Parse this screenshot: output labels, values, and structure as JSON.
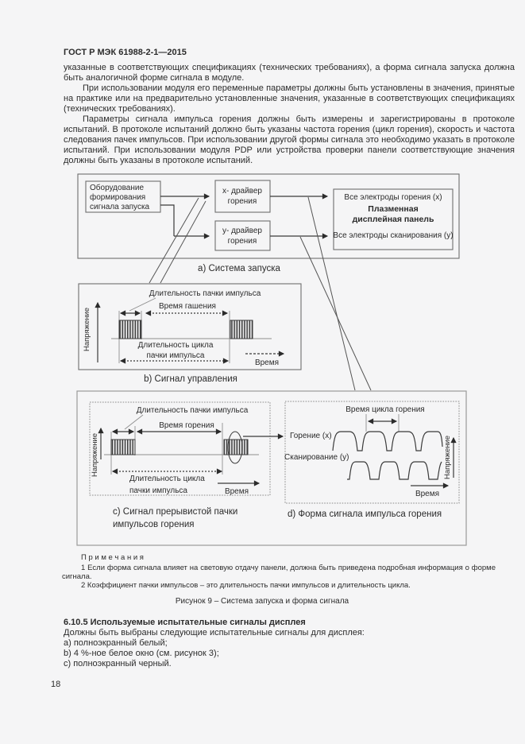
{
  "page": {
    "header": "ГОСТ Р МЭК 61988-2-1—2015",
    "page_number": "18"
  },
  "paragraphs": {
    "p1": "указанные в соответствующих спецификациях (технических требованиях), а форма сигнала запуска должна быть аналогичной форме сигнала в модуле.",
    "p2": "При использовании модуля его переменные параметры должны быть установлены в значения, принятые на практике или на предварительно установленные значения, указанные в соответствующих спецификациях (технических требованиях).",
    "p3": "Параметры сигнала импульса горения должны быть измерены и зарегистрированы в протоколе испытаний. В протоколе испытаний должно быть указаны частота горения (цикл горения), скорость и частота следования пачек импульсов. При использовании другой формы сигнала это необходимо указать в протоколе испытаний. При использовании модуля PDP или устройства проверки панели соответствующие значения должны быть указаны в протоколе испытаний."
  },
  "figure": {
    "caption": "Рисунок 9 – Система запуска и форма сигнала",
    "diagram_a": {
      "label": "a) Система запуска",
      "source_box": [
        "Оборудование",
        "формирования",
        "сигнала запуска"
      ],
      "x_driver": [
        "x- драйвер",
        "горения"
      ],
      "y_driver": [
        "y- драйвер",
        "горения"
      ],
      "panel": {
        "line1": "Все электроды горения (x)",
        "line2": "Плазменная",
        "line3": "дисплейная панель",
        "line4": "Все электроды сканирования (y)"
      }
    },
    "diagram_b": {
      "label": "b) Сигнал управления",
      "burst_duration": "Длительность пачки импульса",
      "blanking_time": "Время гашения",
      "cycle_line1": "Длительность цикла",
      "cycle_line2": "пачки импульса",
      "voltage": "Напряжение",
      "time": "Время"
    },
    "diagram_c": {
      "label_line1": "c) Сигнал прерывистой пачки",
      "label_line2": "импульсов горения",
      "burst_duration": "Длительность пачки импульса",
      "sustain_time": "Время горения",
      "cycle_line1": "Длительность цикла",
      "cycle_line2": "пачки импульса",
      "voltage": "Напряжение",
      "time": "Время"
    },
    "diagram_d": {
      "label": "d) Форма сигнала импульса горения",
      "cycle_time": "Время цикла горения",
      "sustain_x": "Горение (x)",
      "scan_y": "Сканирование (y)",
      "voltage": "Напряжение",
      "time": "Время"
    }
  },
  "notes": {
    "title": "П р и м е ч а н и я",
    "note1": "1 Если форма сигнала влияет на световую отдачу панели, должна быть приведена подробная информация о форме сигнала.",
    "note2": "2 Коэффициент пачки импульсов – это длительность пачки импульсов и длительность цикла."
  },
  "section": {
    "heading": "6.10.5 Используемые испытательные сигналы дисплея",
    "intro": "Должны быть выбраны следующие испытательные сигналы для дисплея:",
    "items": [
      "a) полноэкранный белый;",
      "b) 4 %-ное белое окно (см. рисунок 3);",
      "c) полноэкранный черный."
    ]
  },
  "colors": {
    "page_background": "#f5f5f6",
    "text": "#2b2b2b",
    "line": "#3a3a3a",
    "light_border": "#9a9a9a"
  }
}
